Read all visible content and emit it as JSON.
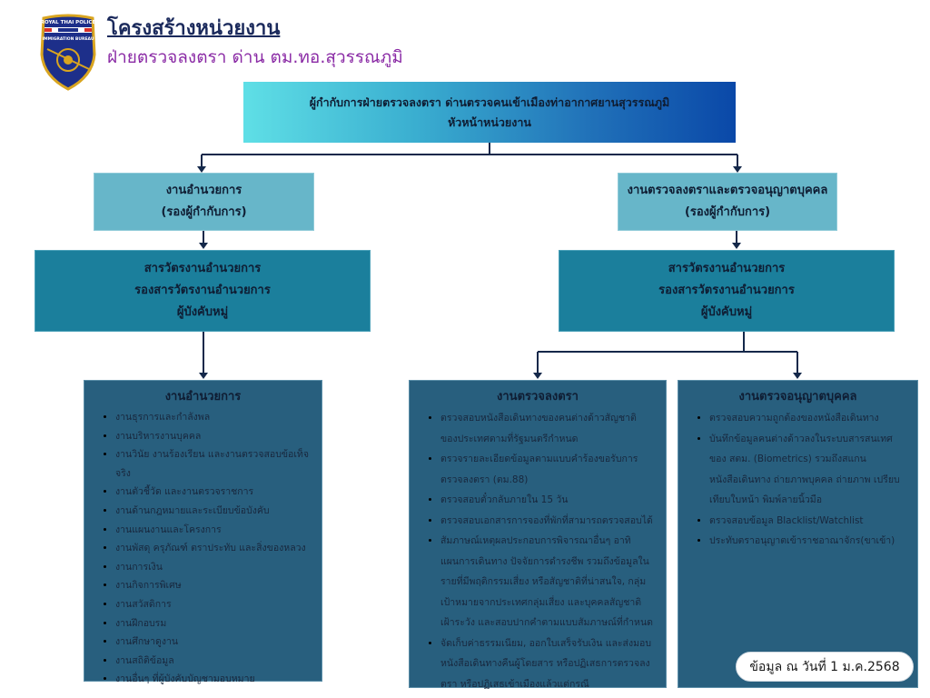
{
  "header": {
    "title": "โครงสร้างหน่วยงาน",
    "subtitle": "ฝ่ายตรวจลงตรา ด่าน ตม.ทอ.สุวรรณภูมิ",
    "logo": {
      "top_text": "ROYAL THAI POLICE",
      "band_text": "IMMIGRATION BUREAU",
      "icon": "police-badge-icon"
    }
  },
  "top": {
    "line1": "ผู้กำกับการฝ่ายตรวจลงตรา ด่านตรวจคนเข้าเมืองท่าอากาศยานสุวรรณภูมิ",
    "line2": "หัวหน้าหน่วยงาน"
  },
  "level2": {
    "left": {
      "line1": "งานอำนวยการ",
      "line2": "(รองผู้กำกับการ)"
    },
    "right": {
      "line1": "งานตรวจลงตราและตรวจอนุญาตบุคคล",
      "line2": "(รองผู้กำกับการ)"
    }
  },
  "level3": {
    "left": {
      "line1": "สารวัตรงานอำนวยการ",
      "line2": "รองสารวัตรงานอำนวยการ",
      "line3": "ผู้บังคับหมู่"
    },
    "right": {
      "line1": "สารวัตรงานอำนวยการ",
      "line2": "รองสารวัตรงานอำนวยการ",
      "line3": "ผู้บังคับหมู่"
    }
  },
  "duties": {
    "admin": {
      "title": "งานอำนวยการ",
      "items": [
        "งานธุรการและกำลังพล",
        "งานบริหารงานบุคคล",
        "งานวินัย งานร้องเรียน และงานตรวจสอบข้อเท็จจริง",
        "งานตัวชี้วัด และงานตรวจราชการ",
        "งานด้านกฎหมายและระเบียบข้อบังคับ",
        "งานแผนงานและโครงการ",
        "งานพัสดุ ครุภัณฑ์ ตราประทับ และสิ่งของหลวง",
        "งานการเงิน",
        "งานกิจการพิเศษ",
        "งานสวัสดิการ",
        "งานฝึกอบรม",
        "งานศึกษาดูงาน",
        "งานสถิติข้อมูล",
        "งานอื่นๆ ที่ผู้บังคับบัญชามอบหมาย"
      ]
    },
    "visa": {
      "title": "งานตรวจลงตรา",
      "items": [
        "ตรวจสอบหนังสือเดินทางของคนต่างด้าวสัญชาติของประเทศตามที่รัฐมนตรีกำหนด",
        "ตรวจรายละเอียดข้อมูลตามแบบคำร้องขอรับการตรวจลงตรา (ตม.88)",
        "ตรวจสอบตั๋วกลับภายใน 15 วัน",
        "ตรวจสอบเอกสารการจองที่พักที่สามารถตรวจสอบได้",
        "สัมภาษณ์เหตุผลประกอบการพิจารณาอื่นๆ อาทิ แผนการเดินทาง ปัจจัยการดำรงชีพ รวมถึงข้อมูลในรายที่มีพฤติกรรมเสี่ยง หรือสัญชาติที่น่าสนใจ, กลุ่มเป้าหมายจากประเทศกลุ่มเสี่ยง และบุคคลสัญชาติเฝ้าระวัง และสอบปากคำตามแบบสัมภาษณ์ที่กำหนด",
        "จัดเก็บค่าธรรมเนียม, ออกใบเสร็จรับเงิน และส่งมอบหนังสือเดินทางคืนผู้โดยสาร หรือปฏิเสธการตรวจลงตรา หรือปฏิเสธเข้าเมืองแล้วแต่กรณี"
      ]
    },
    "permit": {
      "title": "งานตรวจอนุญาตบุคคล",
      "items": [
        "ตรวจสอบความถูกต้องของหนังสือเดินทาง",
        "บันทึกข้อมูลคนต่างด้าวลงในระบบสารสนเทศของ สตม. (Biometrics) รวมถึงสแกนหนังสือเดินทาง ถ่ายภาพบุคคล ถ่ายภาพ เปรียบเทียบใบหน้า พิมพ์ลายนิ้วมือ",
        "ตรวจสอบข้อมูล Blacklist/Watchlist",
        "ประทับตราอนุญาตเข้าราชอาณาจักร(ขาเข้า)"
      ]
    }
  },
  "footer": {
    "date_note": "ข้อมูล ณ วันที่ 1 ม.ค.2568"
  },
  "colors": {
    "top_gradient_start": "#5fdfe6",
    "top_gradient_end": "#0a48a8",
    "level2": "#67b6c9",
    "level3": "#1b7f9c",
    "duty_box": "#285f7e",
    "connector": "#14284a",
    "title": "#1b2a5c",
    "subtitle": "#8a2aa5"
  }
}
